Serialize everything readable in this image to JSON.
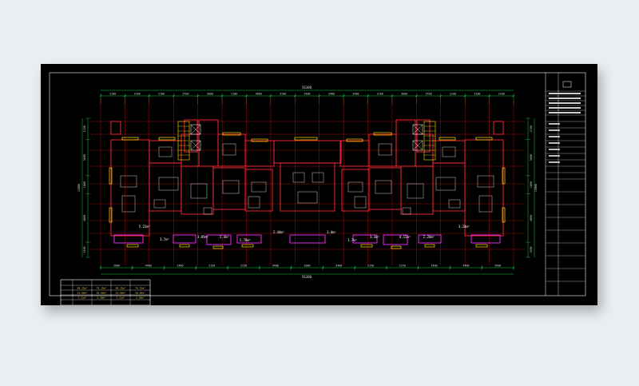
{
  "plan": {
    "overall_dimension": "56300",
    "top_dimensions": [
      "2100",
      "3100",
      "2100",
      "3700",
      "3000",
      "2100",
      "4000",
      "3100",
      "2400",
      "3400",
      "2400",
      "2100",
      "3000",
      "3700",
      "2100",
      "3100",
      "2100"
    ],
    "bottom_dimensions": [
      "3900",
      "4400",
      "2400",
      "2150",
      "2150",
      "3400",
      "3000",
      "3400",
      "2150",
      "2150",
      "2400",
      "4400",
      "3900"
    ],
    "left_dimensions": [
      "2100",
      "3600",
      "1800",
      "4800",
      "1500"
    ],
    "left_total": "13800",
    "right_dimensions": [
      "2100",
      "3600",
      "1800",
      "4800",
      "1500"
    ],
    "right_total": "13800",
    "area_labels": [
      "5.22m²",
      "1.7m²",
      "3.85m²",
      "2.4m²",
      "1.70m²",
      "2.44m²",
      "1.4m²",
      "1.7m²",
      "3.3m²",
      "4.12m²",
      "2.26m²",
      "3.24m²"
    ],
    "colors": {
      "axis": "#ff1a1a",
      "wall": "#ff2a3a",
      "dimension": "#19c94a",
      "balcony": "#ff2bff",
      "window": "#ffe600",
      "fixture": "#ffffff",
      "stair": "#ffe600",
      "frame": "#ffffff"
    }
  },
  "area_table": {
    "rows": [
      [
        "89.15m²",
        "79.19m²",
        "89.15m²",
        "79.19m²"
      ],
      [
        "63.06m²",
        "58.00m²",
        "63.06m²",
        "58.00m²"
      ],
      [
        "3.31m²",
        "3.30m²",
        "3.31m²",
        "3.30m²"
      ]
    ]
  }
}
